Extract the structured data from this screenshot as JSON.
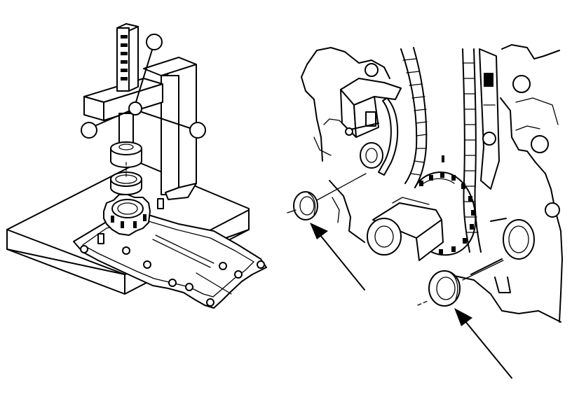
{
  "figure": {
    "panels": [
      {
        "id": "left",
        "content": "press-tool-on-bench-with-front-cover"
      },
      {
        "id": "right",
        "content": "engine-front-timing-chain-with-seals"
      }
    ],
    "arrows": 2,
    "line_color": "#000000",
    "background": "#ffffff"
  }
}
